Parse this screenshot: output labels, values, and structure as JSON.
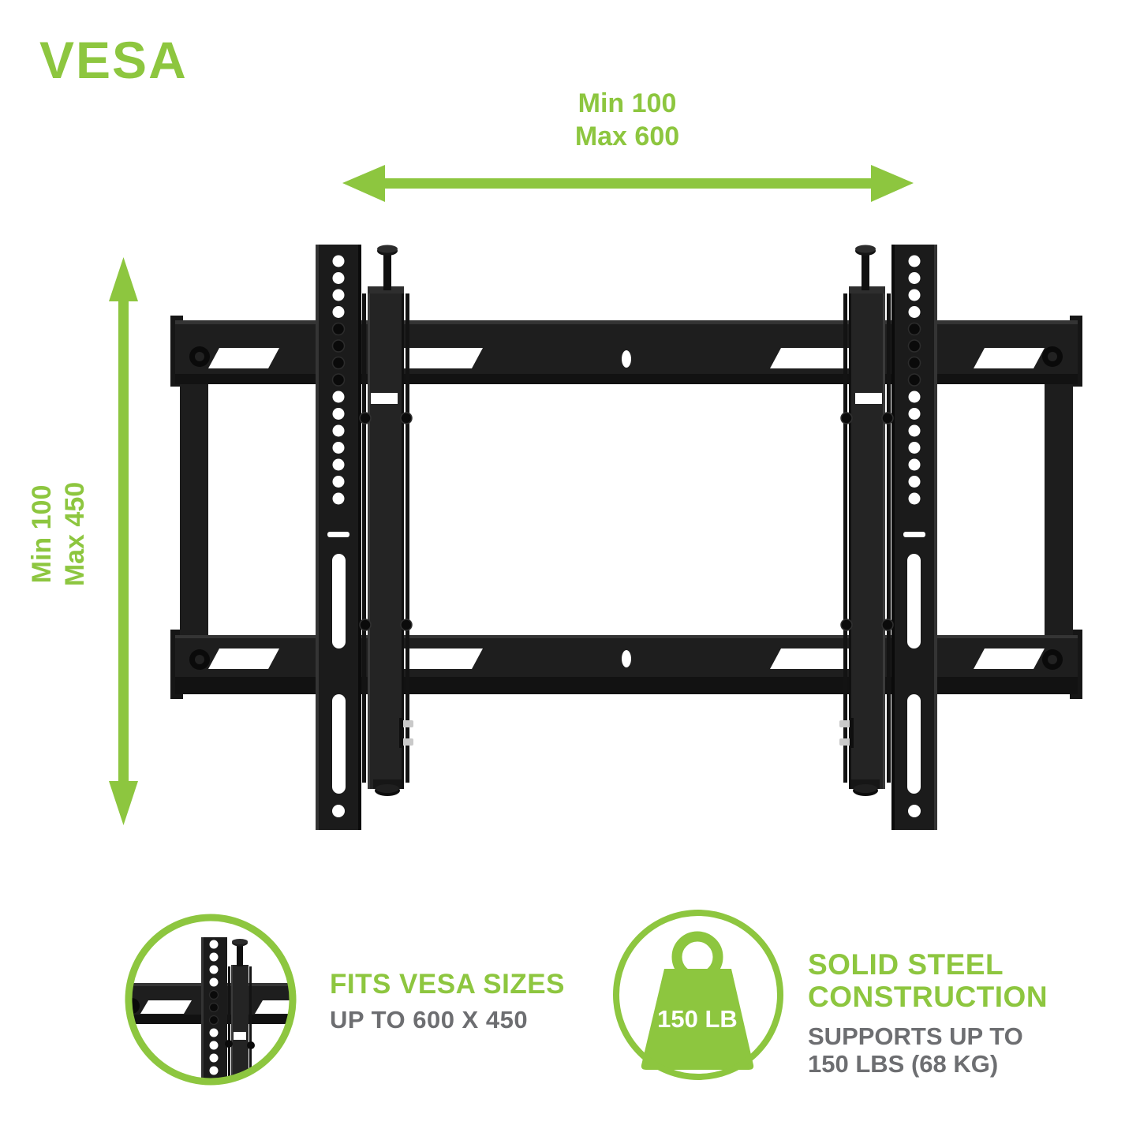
{
  "title": "VESA",
  "colors": {
    "accent_green": "#8DC63F",
    "text_gray": "#6D6E71",
    "mount_black": "#1C1C1C"
  },
  "dimensions": {
    "horizontal": {
      "line1": "Min 100",
      "line2": "Max 600"
    },
    "vertical": {
      "line1": "Min 100",
      "line2": "Max 450"
    }
  },
  "features": {
    "vesa": {
      "heading": "FITS VESA SIZES",
      "sub": "UP TO 600 X 450"
    },
    "steel": {
      "heading_line1": "SOLID STEEL",
      "heading_line2": "CONSTRUCTION",
      "sub_line1": "SUPPORTS UP TO",
      "sub_line2": "150 LBS (68 KG)",
      "badge": "150 LB"
    }
  }
}
